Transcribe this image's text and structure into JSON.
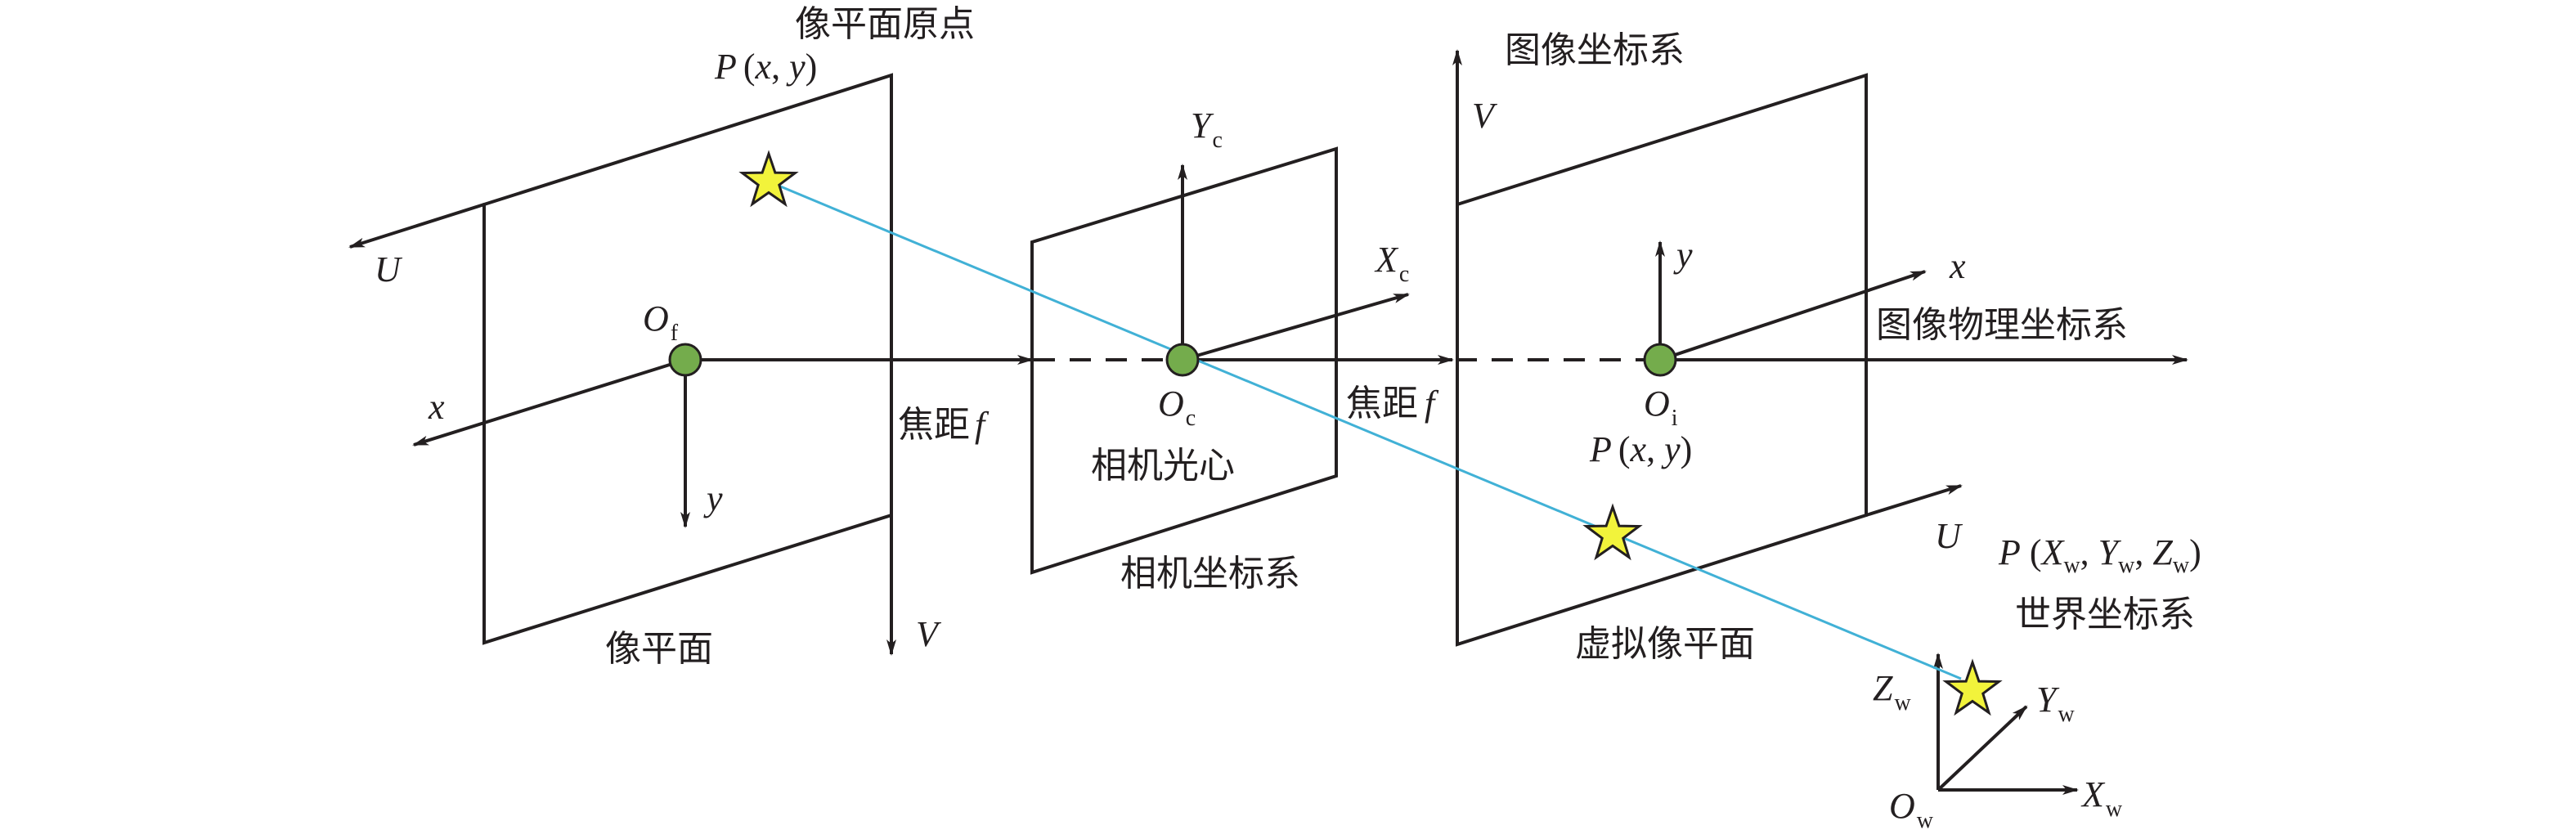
{
  "labels": {
    "image_plane_origin": "像平面原点",
    "image_plane": "像平面",
    "focal_length_left": "焦距",
    "focal_length_right": "焦距",
    "focal_symbol": "f",
    "camera_optical_center": "相机光心",
    "camera_coordinate_system": "相机坐标系",
    "image_coordinate_system": "图像坐标系",
    "image_physical_coordinate_system": "图像物理坐标系",
    "virtual_image_plane": "虚拟像平面",
    "world_coordinate_system": "世界坐标系"
  },
  "axes": {
    "U": "U",
    "V": "V",
    "x": "x",
    "y": "y",
    "Yc_main": "Y",
    "Yc_sub": "c",
    "Xc_main": "X",
    "Xc_sub": "c",
    "Zw_main": "Z",
    "Zw_sub": "w",
    "Yw_main": "Y",
    "Yw_sub": "w",
    "Xw_main": "X",
    "Xw_sub": "w"
  },
  "origins": {
    "Of_main": "O",
    "Of_sub": "f",
    "Oc_main": "O",
    "Oc_sub": "c",
    "Oi_main": "O",
    "Oi_sub": "i",
    "Ow_main": "O",
    "Ow_sub": "w"
  },
  "points": {
    "P": "P",
    "p_xy_open": "(",
    "p_x": "x",
    "p_comma": ", ",
    "p_y": "y",
    "p_xy_close": ")",
    "pw_open": " (",
    "pw_X": "X",
    "pw_Y": "Y",
    "pw_Z": "Z",
    "pw_sub": "w",
    "pw_comma": ", ",
    "pw_close": ")"
  },
  "colors": {
    "line": "#231f20",
    "ray": "#41b1d6",
    "origin_point": "#74ac4c",
    "star": "#f2f33b"
  }
}
